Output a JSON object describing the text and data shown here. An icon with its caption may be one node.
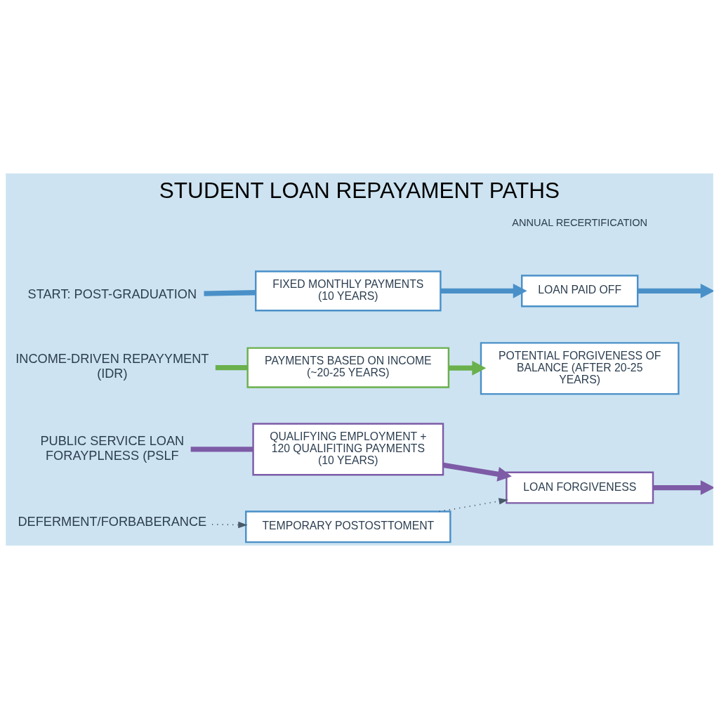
{
  "diagram": {
    "title": "STUDENT LOAN REPAYAMENT PATHS",
    "nodes": [
      {
        "text": [
          "START: POST-GRADUATION"
        ]
      },
      {
        "text": [
          "FIXED MONTHLY PAYMENTS (10 YEARS)"
        ]
      },
      {
        "text": [
          "LOAN PAID OFF"
        ]
      },
      {
        "text": [
          "INCOME-DRIVEN REPAYYMENT (IDR)"
        ]
      },
      {
        "text": [
          "PAYMENTS BASED ON INCOME (~20-25 YEARS)"
        ]
      },
      {
        "text": [
          "POTENTIAL FORGIVENESS OF BALANCE (AFTER 20-25 YEARS)"
        ]
      },
      {
        "text": [
          "PUBLIC SERVICE LOAN FORAYPLNESS (PSLF"
        ]
      },
      {
        "text": [
          "QUALIFYING EMPLOYMENT + 120 QUALIFITING PAYMENTS (10 YEARS)"
        ]
      },
      {
        "text": [
          "LOAN FORGIVENESS"
        ]
      },
      {
        "text": [
          "DEFERMENT/FORBABERANCE"
        ]
      },
      {
        "text": [
          "TEMPORARY POSTOSTTOMENT"
        ]
      }
    ],
    "edges": [
      {
        "from": 0,
        "to": 1,
        "arrow": "none",
        "color": "#4a90c8"
      },
      {
        "from": 1,
        "to": 2,
        "arrow": "to",
        "color": "#4a90c8"
      },
      {
        "from": 2,
        "to": null,
        "arrow": "to",
        "color": "#4a90c8"
      },
      {
        "from": 3,
        "to": 4,
        "arrow": "none",
        "color": "#6ab04c"
      },
      {
        "from": 4,
        "to": 5,
        "arrow": "to",
        "color": "#6ab04c"
      },
      {
        "from": 6,
        "to": 7,
        "arrow": "none",
        "color": "#7d5ba6"
      },
      {
        "from": 7,
        "to": 8,
        "arrow": "to",
        "color": "#7d5ba6"
      },
      {
        "from": 8,
        "to": null,
        "arrow": "to",
        "color": "#7d5ba6"
      },
      {
        "from": 9,
        "to": 10,
        "arrow": "to",
        "style": "dashed",
        "color": "#4a5a6a"
      },
      {
        "from": 10,
        "to": 8,
        "arrow": "to",
        "style": "dashed",
        "color": "#4a5a6a"
      }
    ],
    "labels": [
      "ANNUAL RECERTIFICATION"
    ]
  }
}
